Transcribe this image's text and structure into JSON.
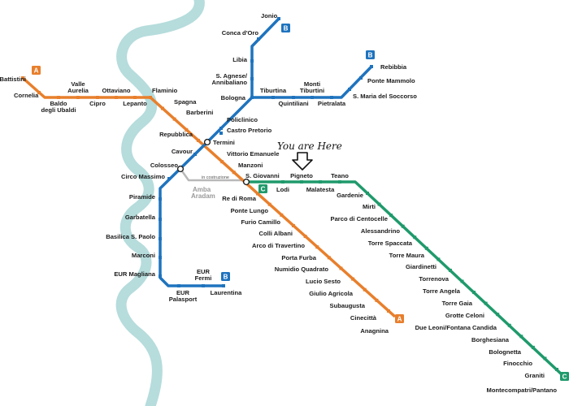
{
  "colors": {
    "river": "#b6dcdc",
    "line_a": "#e87f2c",
    "line_b": "#1e73be",
    "line_c": "#1f9a6c",
    "construction": "#b8b8b8"
  },
  "lines": {
    "a": {
      "badge": "A"
    },
    "b": {
      "badge": "B"
    },
    "c": {
      "badge": "C"
    }
  },
  "annotations": {
    "you_are_here": "You are Here",
    "you_are_here_icon": "down-arrow-icon",
    "construction": "in costruzione",
    "amba_aradam_1": "Amba",
    "amba_aradam_2": "Aradam"
  },
  "stations": {
    "battistini": "Battistini",
    "cornelia": "Cornelia",
    "baldo_1": "Baldo",
    "baldo_2": "degli Ubaldi",
    "valle_1": "Valle",
    "valle_2": "Aurelia",
    "cipro": "Cipro",
    "ottaviano": "Ottaviano",
    "lepanto": "Lepanto",
    "flaminio": "Flaminio",
    "spagna": "Spagna",
    "barberini": "Barberini",
    "repubblica": "Repubblica",
    "termini": "Termini",
    "vittorio": "Vittorio Emanuele",
    "manzoni": "Manzoni",
    "s_giovanni": "S. Giovanni",
    "re_di_roma": "Re di Roma",
    "ponte_lungo": "Ponte Lungo",
    "furio_camillo": "Furio Camillo",
    "colli_albani": "Colli Albani",
    "arco": "Arco di Travertino",
    "porta_furba": "Porta Furba",
    "numidio": "Numidio Quadrato",
    "lucio_sesto": "Lucio Sesto",
    "giulio_agricola": "Giulio Agricola",
    "subaugusta": "Subaugusta",
    "cinecitta": "Cinecittà",
    "anagnina": "Anagnina",
    "jonio": "Jonio",
    "conca_doro": "Conca d'Oro",
    "libia": "Libia",
    "s_agnese_1": "S. Agnese/",
    "s_agnese_2": "Annibaliano",
    "bologna": "Bologna",
    "tiburtina": "Tiburtina",
    "monti_1": "Monti",
    "monti_2": "Tiburtini",
    "quintiliani": "Quintiliani",
    "pietralata": "Pietralata",
    "s_maria": "S. Maria del Soccorso",
    "ponte_mammolo": "Ponte Mammolo",
    "rebibbia": "Rebibbia",
    "policlinico": "Policlinico",
    "castro_pretorio": "Castro Pretorio",
    "cavour": "Cavour",
    "colosseo": "Colosseo",
    "circo_massimo": "Circo Massimo",
    "piramide": "Piramide",
    "garbatella": "Garbatella",
    "basilica": "Basilica S. Paolo",
    "marconi": "Marconi",
    "eur_magliana": "EUR Magliana",
    "eur_palasport_1": "EUR",
    "eur_palasport_2": "Palasport",
    "eur_fermi_1": "EUR",
    "eur_fermi_2": "Fermi",
    "laurentina": "Laurentina",
    "lodi": "Lodi",
    "pigneto": "Pigneto",
    "malatesta": "Malatesta",
    "teano": "Teano",
    "gardenie": "Gardenie",
    "mirti": "Mirti",
    "parco": "Parco di Centocelle",
    "alessandrino": "Alessandrino",
    "torre_spaccata": "Torre Spaccata",
    "torre_maura": "Torre Maura",
    "giardinetti": "Giardinetti",
    "torrenova": "Torrenova",
    "torre_angela": "Torre Angela",
    "torre_gaia": "Torre Gaia",
    "grotte_celoni": "Grotte Celoni",
    "due_leoni": "Due Leoni/Fontana Candida",
    "borghesiana": "Borghesiana",
    "bolognetta": "Bolognetta",
    "finocchio": "Finocchio",
    "graniti": "Graniti",
    "montecompatri": "Montecompatri/Pantano"
  }
}
